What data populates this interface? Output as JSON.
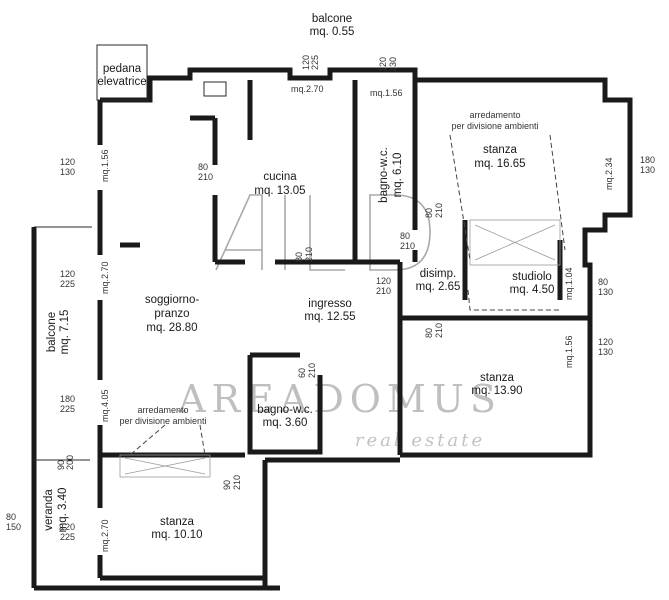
{
  "rooms": {
    "balcone_top": {
      "name": "balcone",
      "area": "mq. 0.55"
    },
    "pedana": {
      "name1": "pedana",
      "name2": "elevatrice"
    },
    "cucina": {
      "name": "cucina",
      "area": "mq. 13.05"
    },
    "bagno1": {
      "name": "bagno-w.c.",
      "area": "mq. 6.10"
    },
    "stanza1": {
      "name": "stanza",
      "area": "mq. 16.65"
    },
    "soggiorno": {
      "name1": "soggiorno-",
      "name2": "pranzo",
      "area": "mq. 28.80"
    },
    "balcone_left": {
      "name": "balcone",
      "area": "mq. 7.15"
    },
    "ingresso": {
      "name": "ingresso",
      "area": "mq. 12.55"
    },
    "disimp": {
      "name": "disimp.",
      "area": "mq. 2.65"
    },
    "studiolo": {
      "name": "studiolo",
      "area": "mq. 4.50"
    },
    "stanza2": {
      "name": "stanza",
      "area": "mq. 13.90"
    },
    "bagno2": {
      "name": "bagno-w.c.",
      "area": "mq. 3.60"
    },
    "veranda": {
      "name": "veranda",
      "area": "mq. 3.40"
    },
    "stanza3": {
      "name": "stanza",
      "area": "mq. 10.10"
    }
  },
  "notes": {
    "arredamento_top1": "arredamento",
    "arredamento_top2": "per divisione ambienti",
    "arredamento_left1": "arredamento",
    "arredamento_left2": "per divisione ambienti"
  },
  "dims": {
    "balc_w": "120",
    "balc_h": "225",
    "balc_mq": "mq.2.70",
    "bagno_w": "120",
    "bagno_h": "130",
    "bagno_mq": "mq.1.56",
    "kit_w": "80",
    "kit_h": "210",
    "left1_w": "120",
    "left1_h": "130",
    "left1_mq": "mq.1.56",
    "left2_w": "120",
    "left2_h": "225",
    "left2_mq": "mq.2.70",
    "left3_w": "180",
    "left3_h": "225",
    "left3_mq": "mq.4.05",
    "left4_w": "90",
    "left4_h": "200",
    "left5_w": "120",
    "left5_h": "225",
    "left5_mq": "mq.2.70",
    "far_w": "80",
    "far_h": "150",
    "r1_w": "180",
    "r1_h": "130",
    "r1_mq": "mq.2.34",
    "r2_w": "80",
    "r2_h": "130",
    "r2_mq": "mq.1.04",
    "r3_w": "120",
    "r3_h": "130",
    "r3_mq": "mq.1.56",
    "d_ing_w": "80",
    "d_ing_h": "210",
    "d_bag_w": "80",
    "d_bag_h": "210",
    "d_dis_w": "80",
    "d_dis_h": "210",
    "d_ent_w": "120",
    "d_ent_h": "210",
    "d_st2_w": "80",
    "d_st2_h": "210",
    "d_b2_w": "60",
    "d_b2_h": "210",
    "d_st3_w": "90",
    "d_st3_h": "210"
  },
  "watermark": {
    "brand": "AREADOMUS",
    "sub": "real estate"
  }
}
